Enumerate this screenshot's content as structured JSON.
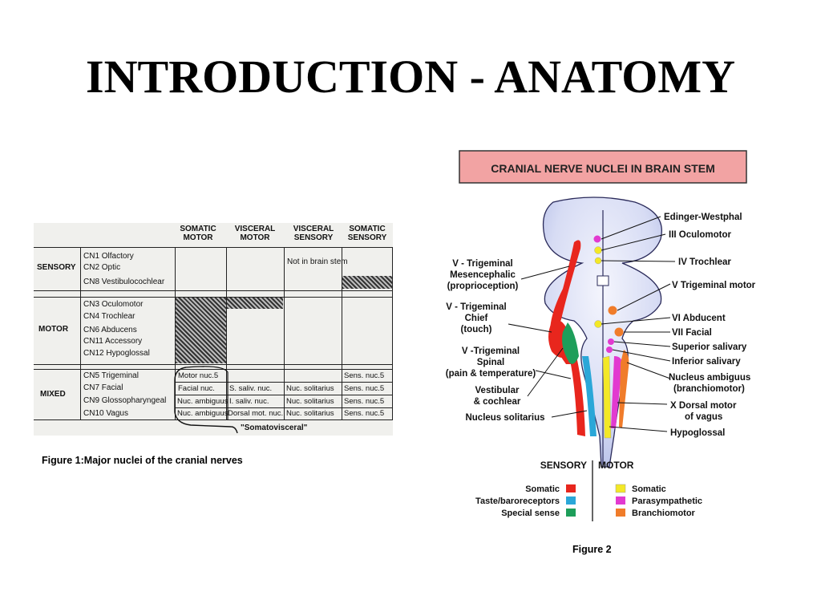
{
  "slide": {
    "title": "INTRODUCTION - ANATOMY"
  },
  "figure1": {
    "caption": "Figure 1:Major nuclei of the cranial nerves",
    "columns": [
      "SOMATIC MOTOR",
      "VISCERAL MOTOR",
      "VISCERAL SENSORY",
      "SOMATIC SENSORY"
    ],
    "groups": [
      "SENSORY",
      "MOTOR",
      "MIXED"
    ],
    "sensory_nerves": [
      "CN1  Olfactory",
      "CN2  Optic",
      "CN8  Vestibulocochlear"
    ],
    "motor_nerves": [
      "CN3  Oculomotor",
      "CN4  Trochlear",
      "CN6  Abducens",
      "CN11  Accessory",
      "CN12  Hypoglossal"
    ],
    "mixed_nerves": [
      "CN5  Trigeminal",
      "CN7  Facial",
      "CN9  Glossopharyngeal",
      "CN10  Vagus"
    ],
    "sensory_note": "Not in brain stem",
    "mixed_rows": [
      [
        "Motor nuc.5",
        "",
        "",
        "Sens. nuc.5"
      ],
      [
        "Facial nuc.",
        "S. saliv. nuc.",
        "Nuc. solitarius",
        "Sens. nuc.5"
      ],
      [
        "Nuc. ambiguus",
        "I. saliv. nuc.",
        "Nuc. solitarius",
        "Sens. nuc.5"
      ],
      [
        "Nuc. ambiguus",
        "Dorsal mot. nuc.",
        "Nuc. solitarius",
        "Sens. nuc.5"
      ]
    ],
    "annotation": "\"Somatovisceral\""
  },
  "figure2": {
    "caption": "Figure 2",
    "header": "CRANIAL NERVE NUCLEI IN BRAIN STEM",
    "labels_left": {
      "mesencephalic": [
        "V - Trigeminal",
        "Mesencephalic",
        "(proprioception)"
      ],
      "chief": [
        "V - Trigeminal",
        "Chief",
        "(touch)"
      ],
      "spinal": [
        "V -Trigeminal",
        "Spinal",
        "(pain & temperature)"
      ],
      "vestibular": [
        "Vestibular",
        "& cochlear"
      ],
      "solitarius": [
        "Nucleus solitarius"
      ]
    },
    "labels_right": {
      "edinger": [
        "Edinger-Westphal"
      ],
      "oculomotor": [
        "III Oculomotor"
      ],
      "trochlear": [
        "IV Trochlear"
      ],
      "trig_motor": [
        "V Trigeminal motor"
      ],
      "abducent": [
        "VI Abducent"
      ],
      "facial": [
        "VII Facial"
      ],
      "sup_saliv": [
        "Superior salivary"
      ],
      "inf_saliv": [
        "Inferior salivary"
      ],
      "ambiguus": [
        "Nucleus ambiguus",
        "(branchiomotor)"
      ],
      "dorsal_vagus": [
        "X Dorsal motor",
        "of vagus"
      ],
      "hypoglossal": [
        "Hypoglossal"
      ]
    },
    "legend": {
      "sensory_title": "SENSORY",
      "motor_title": "MOTOR",
      "sensory_items": [
        "Somatic",
        "Taste/baroreceptors",
        "Special sense"
      ],
      "motor_items": [
        "Somatic",
        "Parasympathetic",
        "Branchiomotor"
      ]
    },
    "colors": {
      "somatic_sensory": "#e8261d",
      "taste": "#2aa7d8",
      "special_sense": "#1e9e5a",
      "somatic_motor": "#f3e826",
      "parasympathetic": "#e23ad0",
      "branchiomotor": "#f07c2a",
      "header_bg": "#f2a3a3",
      "brainstem": "#dfe3f7"
    }
  }
}
